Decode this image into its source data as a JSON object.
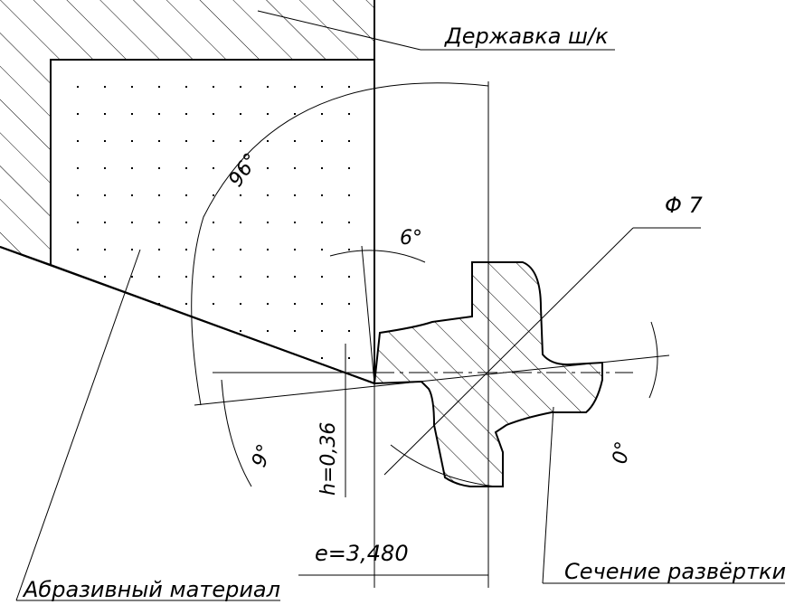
{
  "labels": {
    "holder": "Державка ш/к",
    "abrasive": "Абразивный материал",
    "reamer_section": "Сечение развёртки",
    "diameter": "Φ 7",
    "angle_96": "96°",
    "angle_6": "6°",
    "angle_9": "9°",
    "angle_0": "0°",
    "h_dim": "h=0,36",
    "e_dim": "e=3,480"
  }
}
